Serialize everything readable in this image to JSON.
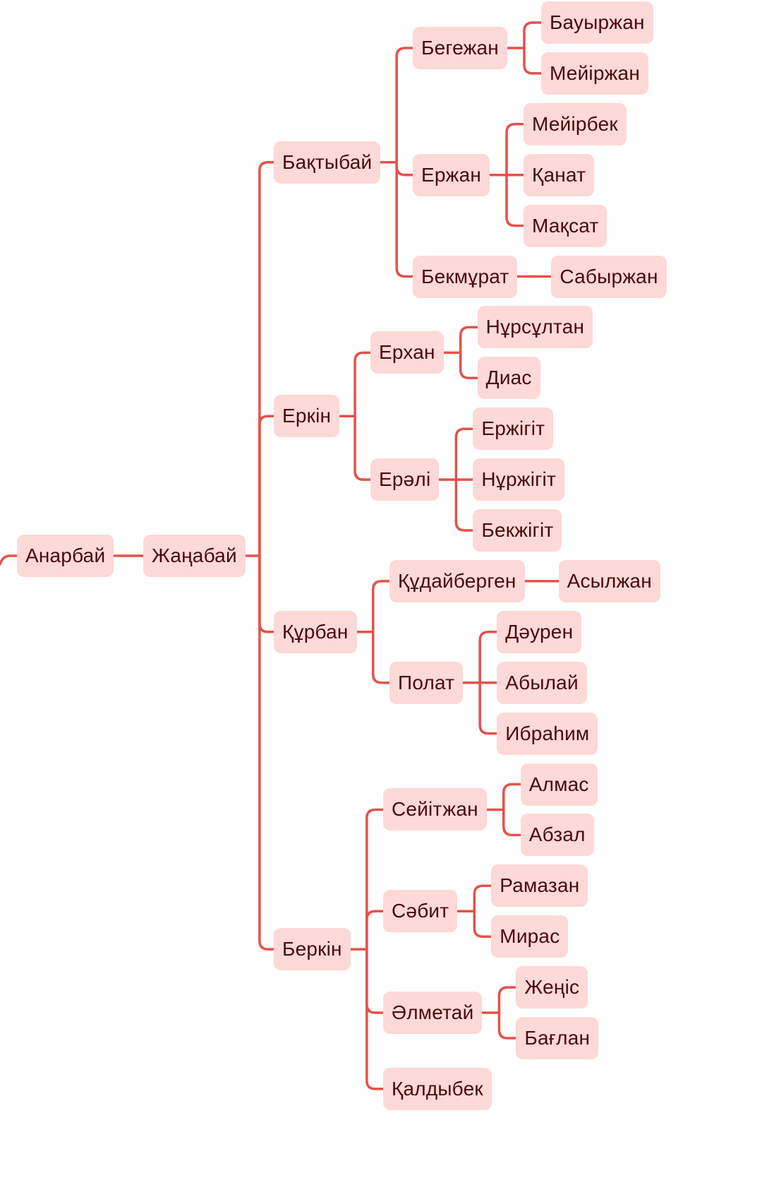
{
  "colors": {
    "line": "#e5514a",
    "node_fill": "#fdd9d7",
    "text": "#4a0a0a",
    "background": "#ffffff"
  },
  "tree": {
    "name": "Анарбай",
    "children": [
      {
        "name": "Жаңабай",
        "children": [
          {
            "name": "Бақтыбай",
            "children": [
              {
                "name": "Бегежан",
                "children": [
                  {
                    "name": "Бауыржан"
                  },
                  {
                    "name": "Мейіржан"
                  }
                ]
              },
              {
                "name": "Ержан",
                "children": [
                  {
                    "name": "Мейірбек"
                  },
                  {
                    "name": "Қанат"
                  },
                  {
                    "name": "Мақсат"
                  }
                ]
              },
              {
                "name": "Бекмұрат",
                "children": [
                  {
                    "name": "Сабыржан"
                  }
                ]
              }
            ]
          },
          {
            "name": "Еркін",
            "children": [
              {
                "name": "Ерхан",
                "children": [
                  {
                    "name": "Нұрсұлтан"
                  },
                  {
                    "name": "Диас"
                  }
                ]
              },
              {
                "name": "Ерәлі",
                "children": [
                  {
                    "name": "Ержігіт"
                  },
                  {
                    "name": "Нұржігіт"
                  },
                  {
                    "name": "Бекжігіт"
                  }
                ]
              }
            ]
          },
          {
            "name": "Құрбан",
            "children": [
              {
                "name": "Құдайберген",
                "children": [
                  {
                    "name": "Асылжан"
                  }
                ]
              },
              {
                "name": "Полат",
                "children": [
                  {
                    "name": "Дәурен"
                  },
                  {
                    "name": "Абылай"
                  },
                  {
                    "name": "Ибраһим"
                  }
                ]
              }
            ]
          },
          {
            "name": "Беркін",
            "children": [
              {
                "name": "Сейітжан",
                "children": [
                  {
                    "name": "Алмас"
                  },
                  {
                    "name": "Абзал"
                  }
                ]
              },
              {
                "name": "Сәбит",
                "children": [
                  {
                    "name": "Рамазан"
                  },
                  {
                    "name": "Мирас"
                  }
                ]
              },
              {
                "name": "Әлметай",
                "children": [
                  {
                    "name": "Жеңіс"
                  },
                  {
                    "name": "Бағлан"
                  }
                ]
              },
              {
                "name": "Қалдыбек"
              }
            ]
          }
        ]
      }
    ]
  }
}
